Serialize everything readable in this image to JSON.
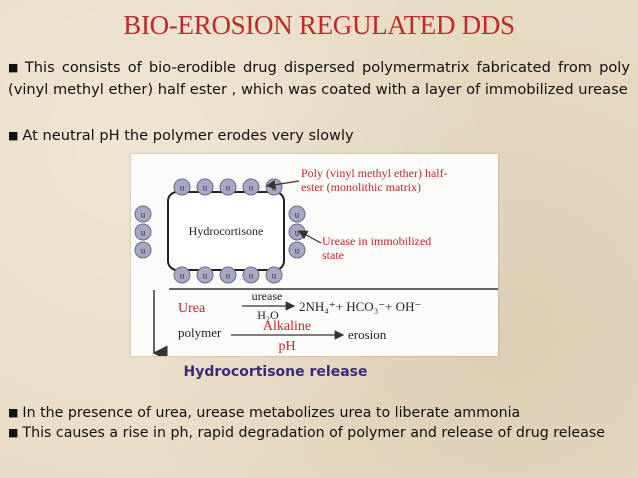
{
  "slide": {
    "title": "BIO-EROSION REGULATED DDS",
    "bullets_top": [
      "This consists of bio-erodible drug dispersed polymermatrix fabricated from poly (vinyl methyl ether) half ester , which was coated with a layer of immobilized urease",
      "At neutral pH the polymer erodes very slowly"
    ],
    "bullets_bottom": [
      "In the presence of urea, urease metabolizes urea to liberate ammonia",
      "This causes a rise in ph, rapid degradation of polymer and release of drug release"
    ],
    "caption": "Hydrocortisone release"
  },
  "figure": {
    "core_label": "Hydrocortisone",
    "u_label": "u",
    "callout_polymer": [
      "Poly (vinyl methyl ether) half-",
      "ester (monolithic matrix)"
    ],
    "callout_urease": [
      "Urease in immobilized",
      "state"
    ],
    "reaction1": {
      "reactant": "Urea",
      "above": "urease",
      "below": "H₂O",
      "products": "2NH₄⁺+ HCO₃⁻+ OH⁻"
    },
    "reaction2": {
      "reactant": "polymer",
      "above": "Alkaline",
      "below": "pH",
      "product": "erosion"
    },
    "colors": {
      "red": "#c0282c",
      "bead": "#a8a8c4",
      "bead_edge": "#6a6a88",
      "caption": "#3a2a7a"
    }
  }
}
